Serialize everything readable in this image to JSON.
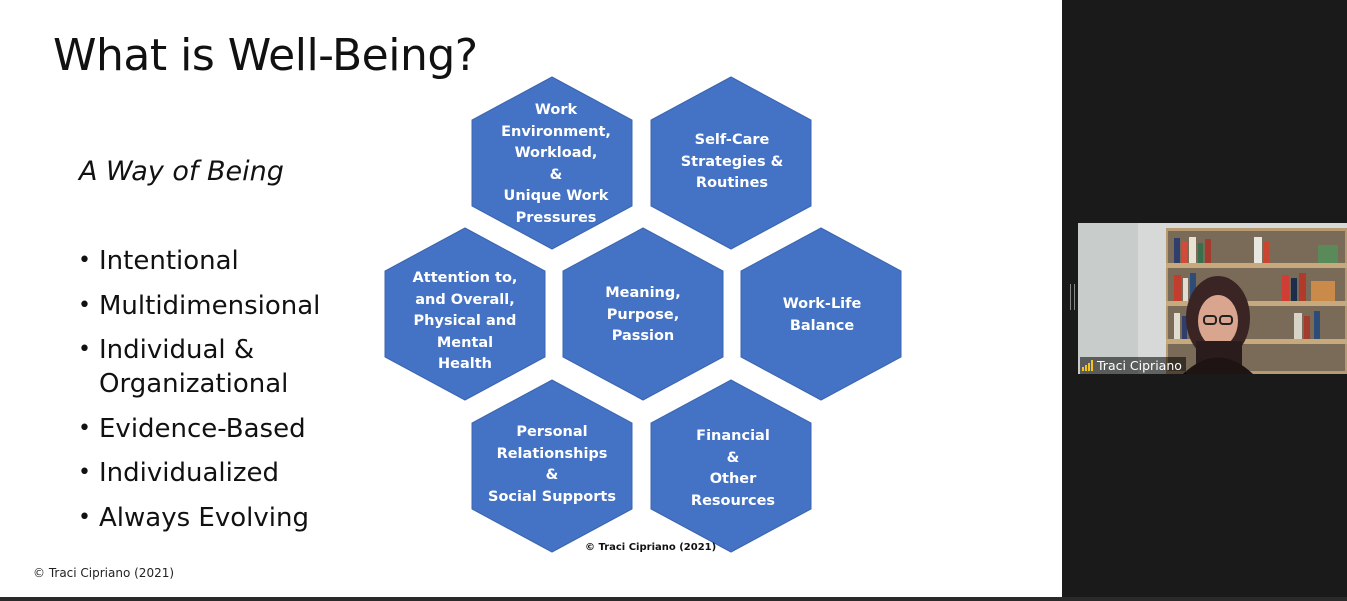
{
  "slide": {
    "title": "What is Well-Being?",
    "subtitle": "A Way of Being",
    "bullets": [
      "Intentional",
      "Multidimensional",
      "Individual & Organizational",
      "Evidence-Based",
      "Individualized",
      "Always Evolving"
    ],
    "footer_copyright": "© Traci Cipriano (2021)"
  },
  "diagram": {
    "hex_color": "#4472c4",
    "hexagons": [
      {
        "lines": [
          "Work",
          "Environment,",
          "Workload,",
          "&",
          "Unique Work",
          "Pressures"
        ]
      },
      {
        "lines": [
          "Self-Care",
          "Strategies &",
          "Routines"
        ]
      },
      {
        "lines": [
          "Attention to,",
          "and Overall,",
          "Physical and",
          "Mental",
          "Health"
        ]
      },
      {
        "lines": [
          "Meaning,",
          "Purpose,",
          "Passion"
        ]
      },
      {
        "lines": [
          "Work-Life",
          "Balance"
        ]
      },
      {
        "lines": [
          "Personal",
          "Relationships",
          "&",
          "Social Supports"
        ]
      },
      {
        "lines": [
          "Financial",
          "&",
          "Other",
          "Resources"
        ]
      }
    ],
    "copyright": "© Traci Cipriano (2021)"
  },
  "participant": {
    "name": "Traci Cipriano",
    "signal_icon": "signal-bars-icon"
  }
}
